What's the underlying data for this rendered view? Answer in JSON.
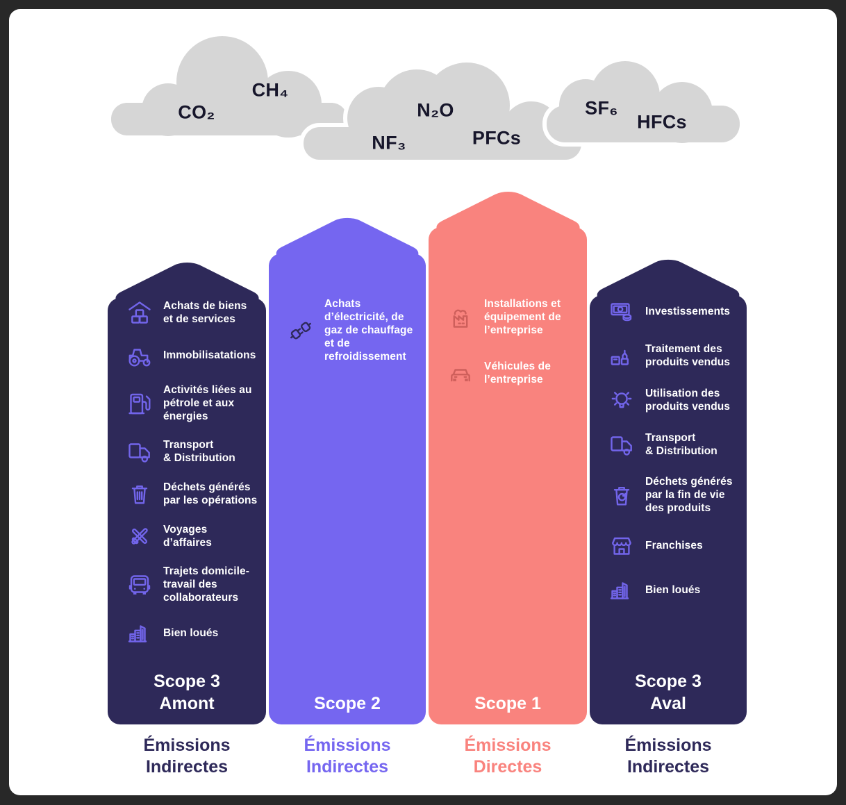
{
  "palette": {
    "frame_background": "#282828",
    "card_background": "#FFFFFF",
    "navy": "#2E2959",
    "purple": "#7566F0",
    "salmon": "#F9837E",
    "cloud_gray": "#D6D6D6",
    "gas_text": "#17162B",
    "icon_purple": "#7265EB",
    "icon_red": "#CE5F5B",
    "icon_navy": "#2E2959",
    "item_text": "#FFFFFF"
  },
  "clouds": {
    "gases": [
      "CO₂",
      "CH₄",
      "N₂O",
      "NF₃",
      "PFCs",
      "SF₆",
      "HFCs"
    ]
  },
  "columns": [
    {
      "id": "scope3-amont",
      "color": "#2E2959",
      "icon_color": "#7265EB",
      "scope_label": "Scope 3\nAmont",
      "emission_label": "Émissions\nIndirectes",
      "emission_color": "#2E2959",
      "items": [
        {
          "icon": "warehouse",
          "label": "Achats de biens\net de services"
        },
        {
          "icon": "tractor",
          "label": "Immobilisatations"
        },
        {
          "icon": "fuel-pump",
          "label": "Activités liées au\npétrole et aux\nénergies"
        },
        {
          "icon": "truck",
          "label": "Transport\n& Distribution"
        },
        {
          "icon": "trash",
          "label": "Déchets générés\npar les opérations"
        },
        {
          "icon": "airplane",
          "label": "Voyages\nd’affaires"
        },
        {
          "icon": "bus",
          "label": "Trajets domicile-\ntravail des\ncollaborateurs"
        },
        {
          "icon": "buildings",
          "label": "Bien loués"
        }
      ]
    },
    {
      "id": "scope2",
      "color": "#7566F0",
      "icon_color": "#2E2959",
      "scope_label": "Scope 2",
      "emission_label": "Émissions\nIndirectes",
      "emission_color": "#7566F0",
      "items": [
        {
          "icon": "plug",
          "label": "Achats\nd’électricité, de\ngaz de chauffage\net de\nrefroidissement"
        }
      ]
    },
    {
      "id": "scope1",
      "color": "#F9837E",
      "icon_color": "#CE5F5B",
      "scope_label": "Scope 1",
      "emission_label": "Émissions\nDirectes",
      "emission_color": "#F9837E",
      "items": [
        {
          "icon": "factory",
          "label": "Installations et\néquipement de\nl’entreprise"
        },
        {
          "icon": "car",
          "label": "Véhicules de\nl’entreprise"
        }
      ]
    },
    {
      "id": "scope3-aval",
      "color": "#2E2959",
      "icon_color": "#7265EB",
      "scope_label": "Scope 3\nAval",
      "emission_label": "Émissions\nIndirectes",
      "emission_color": "#2E2959",
      "items": [
        {
          "icon": "money",
          "label": "Investissements"
        },
        {
          "icon": "products",
          "label": "Traitement des\nproduits vendus"
        },
        {
          "icon": "bulb",
          "label": "Utilisation des\nproduits vendus"
        },
        {
          "icon": "truck",
          "label": "Transport\n& Distribution"
        },
        {
          "icon": "trash-recycle",
          "label": "Déchets générés\npar la fin de vie\ndes produits"
        },
        {
          "icon": "store",
          "label": "Franchises"
        },
        {
          "icon": "buildings",
          "label": "Bien loués"
        }
      ]
    }
  ]
}
